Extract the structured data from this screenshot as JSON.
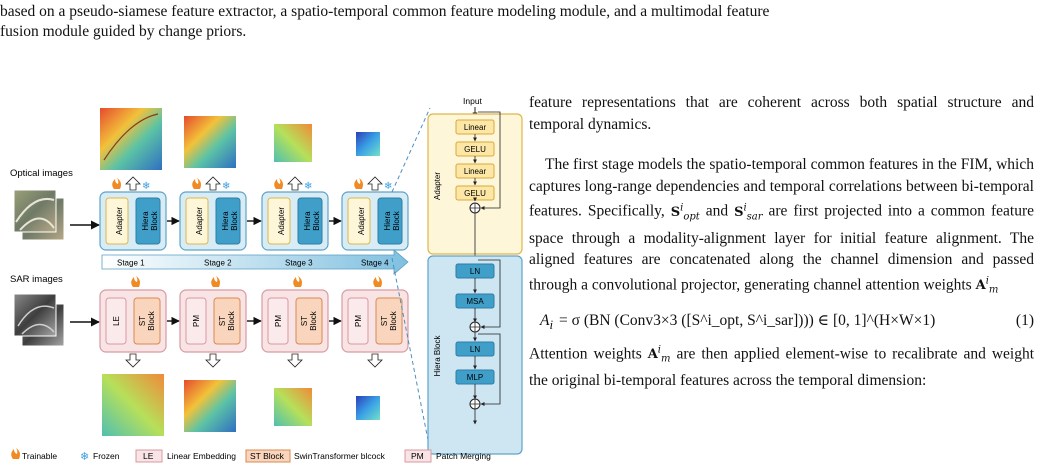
{
  "intro": {
    "line1": "based on a pseudo-siamese feature extractor, a spatio-temporal common feature modeling module, and a multimodal feature",
    "line2": "fusion module guided by change priors."
  },
  "figure": {
    "optical_label": "Optical images",
    "sar_label": "SAR images",
    "input_label": "Input",
    "stages": [
      "Stage 1",
      "Stage 2",
      "Stage 3",
      "Stage 4"
    ],
    "adapter_label": "Adapter",
    "hiera_block_label": "Hiera Block",
    "le_label": "LE",
    "pm_label": "PM",
    "st_block_label": "ST Block",
    "adapter_ops": [
      "Linear",
      "GELU",
      "Linear",
      "GELU"
    ],
    "hiera_ops": [
      "LN",
      "MSA",
      "LN",
      "MLP"
    ],
    "legend": {
      "trainable": "Trainable",
      "frozen": "Frozen",
      "le_key": "LE",
      "le_desc": "Linear Embedding",
      "st_key": "ST Block",
      "st_desc": "SwinTransformer blcock",
      "pm_key": "PM",
      "pm_desc": "Patch Merging"
    },
    "colors": {
      "optical_bg": "#d8ecf6",
      "optical_border": "#5fa3c8",
      "sar_bg": "#f8e3e5",
      "sar_border": "#d99aa0",
      "adapter_fill": "#fdf6d8",
      "adapter_border": "#e0b64a",
      "hiera_fill": "#3f9fc9",
      "st_fill": "#f8d5bc",
      "st_border": "#d98a4f"
    }
  },
  "text": {
    "p1": "feature representations that are coherent across both spatial structure and temporal dynamics.",
    "p2a": "The first stage models the spatio-temporal common features in the FIM, which captures long-range dependencies and temporal correlations between bi-temporal features. Specifically,",
    "p2b": "and",
    "p2c": "are first projected into a common feature space through a modality-alignment layer for initial feature alignment. The aligned features are concatenated along the channel dimension and passed through a convolutional projector, generating channel attention weights",
    "eq_lhs": "A",
    "eq_sub": "i",
    "eq_rhs": "= σ (BN (Conv3×3 ([S^i_opt, S^i_sar]))) ∈ [0, 1]^(H×W×1)",
    "eq_num": "(1)",
    "p3a": "Attention weights",
    "p3b": "are then applied element-wise to recalibrate and weight the original bi-temporal features across the temporal dimension:"
  }
}
